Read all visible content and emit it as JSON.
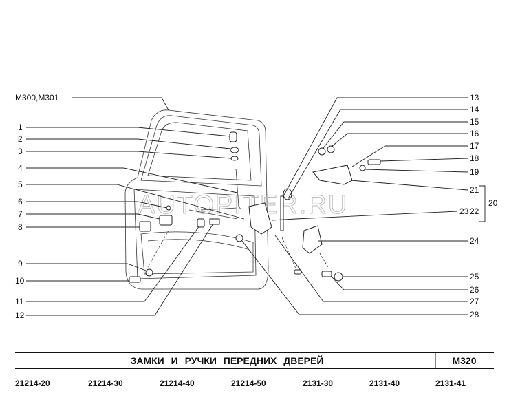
{
  "diagram": {
    "models_label": "M300,M301",
    "watermark": "AUTOPITER.RU",
    "left_callouts": [
      "1",
      "2",
      "3",
      "4",
      "5",
      "6",
      "7",
      "8",
      "9",
      "10",
      "11",
      "12"
    ],
    "right_callouts": [
      "13",
      "14",
      "15",
      "16",
      "17",
      "18",
      "19",
      "21",
      "20",
      "23",
      "22",
      "24",
      "25",
      "26",
      "27",
      "28"
    ]
  },
  "footer": {
    "title": "ЗАМКИ  И  РУЧКИ  ПЕРЕДНИХ  ДВЕРЕЙ",
    "code": "M320",
    "models": [
      "21214-20",
      "21214-30",
      "21214-40",
      "21214-50",
      "2131-30",
      "2131-40",
      "2131-41"
    ]
  }
}
